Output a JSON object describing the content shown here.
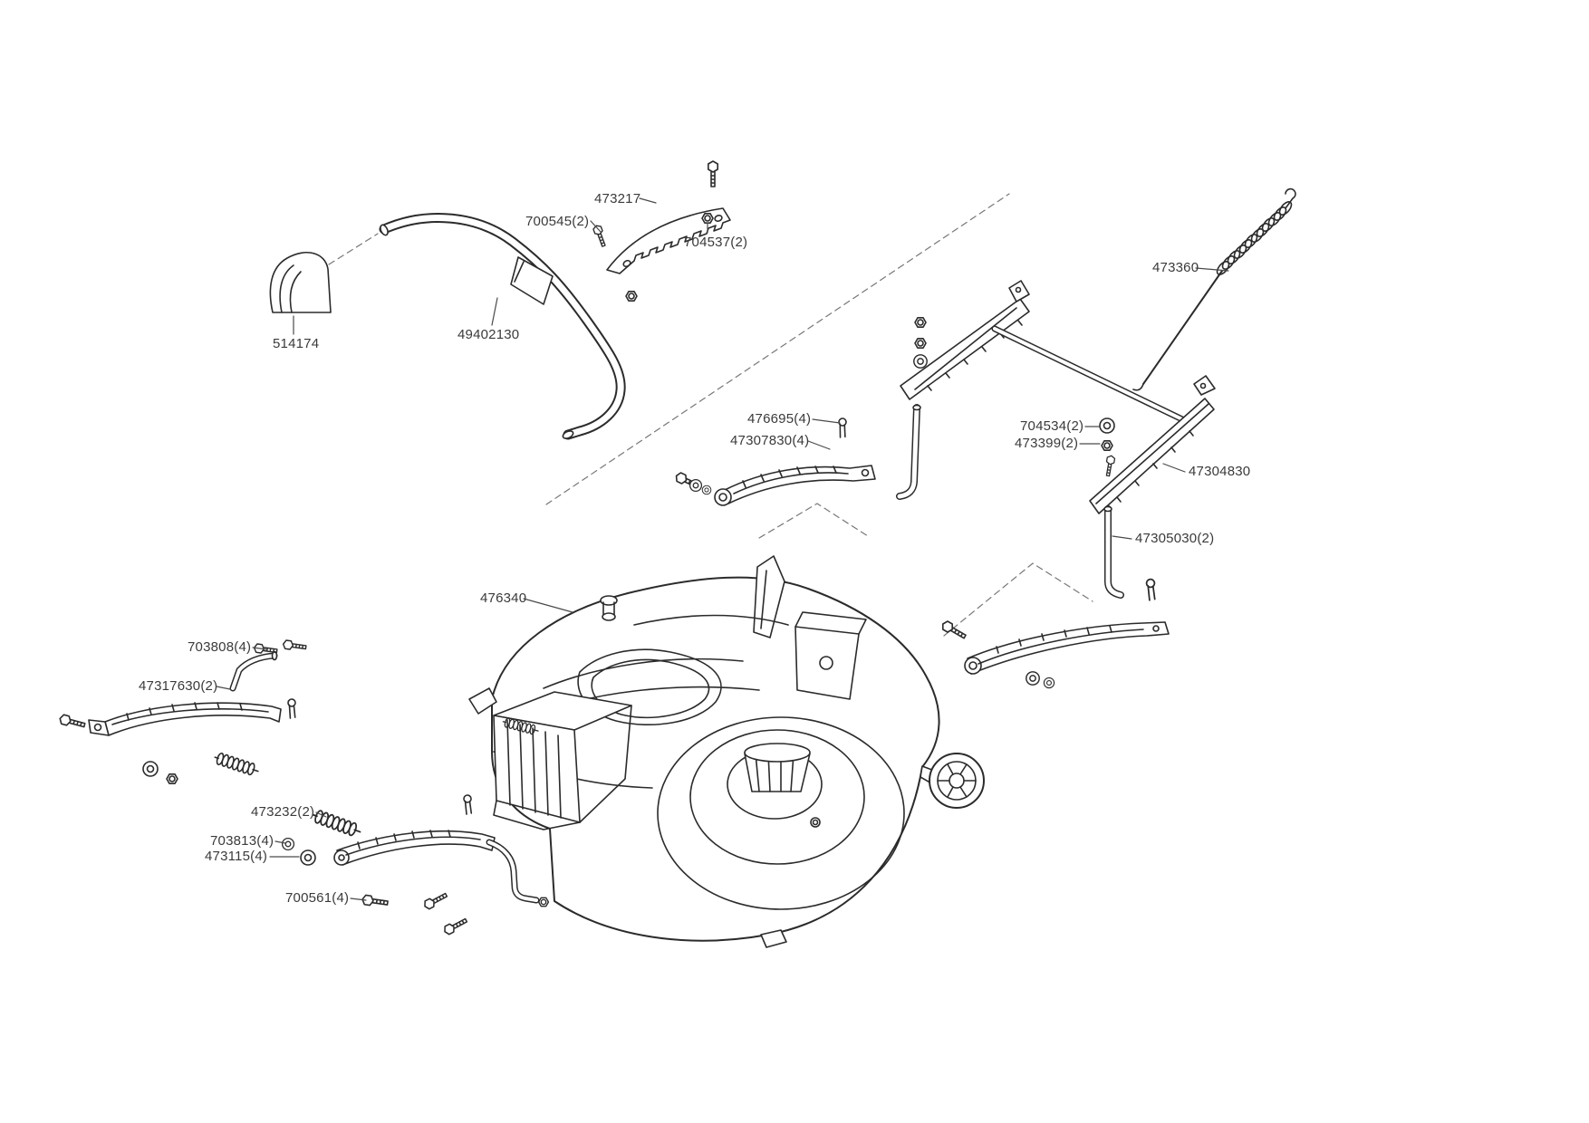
{
  "colors": {
    "line": "#2b2b2b",
    "label": "#3a3a3a",
    "dashed": "#777777",
    "background": "#ffffff"
  },
  "labels": {
    "p473217": "473217",
    "p700545": "700545(2)",
    "p704537": "704537(2)",
    "p473360": "473360",
    "p514174": "514174",
    "p49402130": "49402130",
    "p476695": "476695(4)",
    "p47307830": "47307830(4)",
    "p704534": "704534(2)",
    "p473399": "473399(2)",
    "p47304830": "47304830",
    "p47305030": "47305030(2)",
    "p476340": "476340",
    "p703808": "703808(4)",
    "p47317630": "47317630(2)",
    "p473232": "473232(2)",
    "p703813": "703813(4)",
    "p473115": "473115(4)",
    "p700561": "700561(4)"
  }
}
